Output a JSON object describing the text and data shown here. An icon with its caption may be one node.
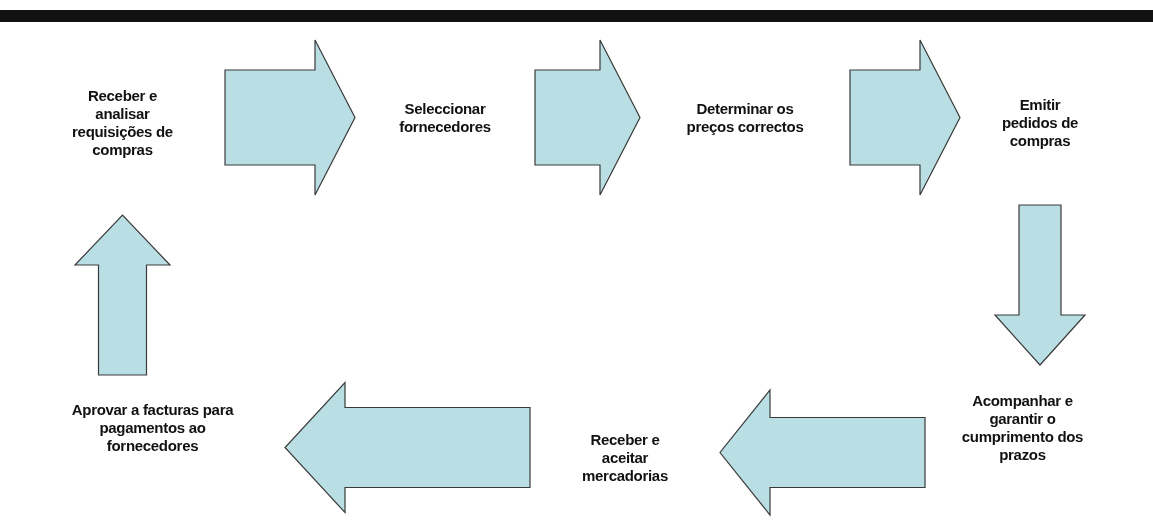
{
  "diagram": {
    "nodes": [
      {
        "text": [
          "Receber e analisar requisições de compras"
        ]
      },
      {
        "text": [
          "Seleccionar fornecedores"
        ]
      },
      {
        "text": [
          "Determinar os preços correctos"
        ]
      },
      {
        "text": [
          "Emitir pedidos de compras"
        ]
      },
      {
        "text": [
          "Acompanhar e garantir o cumprimento dos prazos"
        ]
      },
      {
        "text": [
          "Receber e aceitar mercadorias"
        ]
      },
      {
        "text": [
          "Aprovar a facturas para pagamentos ao fornecedores"
        ]
      }
    ],
    "edges": [
      {
        "from": 0,
        "to": 1,
        "arrow": "to"
      },
      {
        "from": 1,
        "to": 2,
        "arrow": "to"
      },
      {
        "from": 2,
        "to": 3,
        "arrow": "to"
      },
      {
        "from": 3,
        "to": 4,
        "arrow": "to"
      },
      {
        "from": 4,
        "to": 5,
        "arrow": "to"
      },
      {
        "from": 5,
        "to": 6,
        "arrow": "to"
      },
      {
        "from": 6,
        "to": 0,
        "arrow": "to"
      }
    ]
  }
}
